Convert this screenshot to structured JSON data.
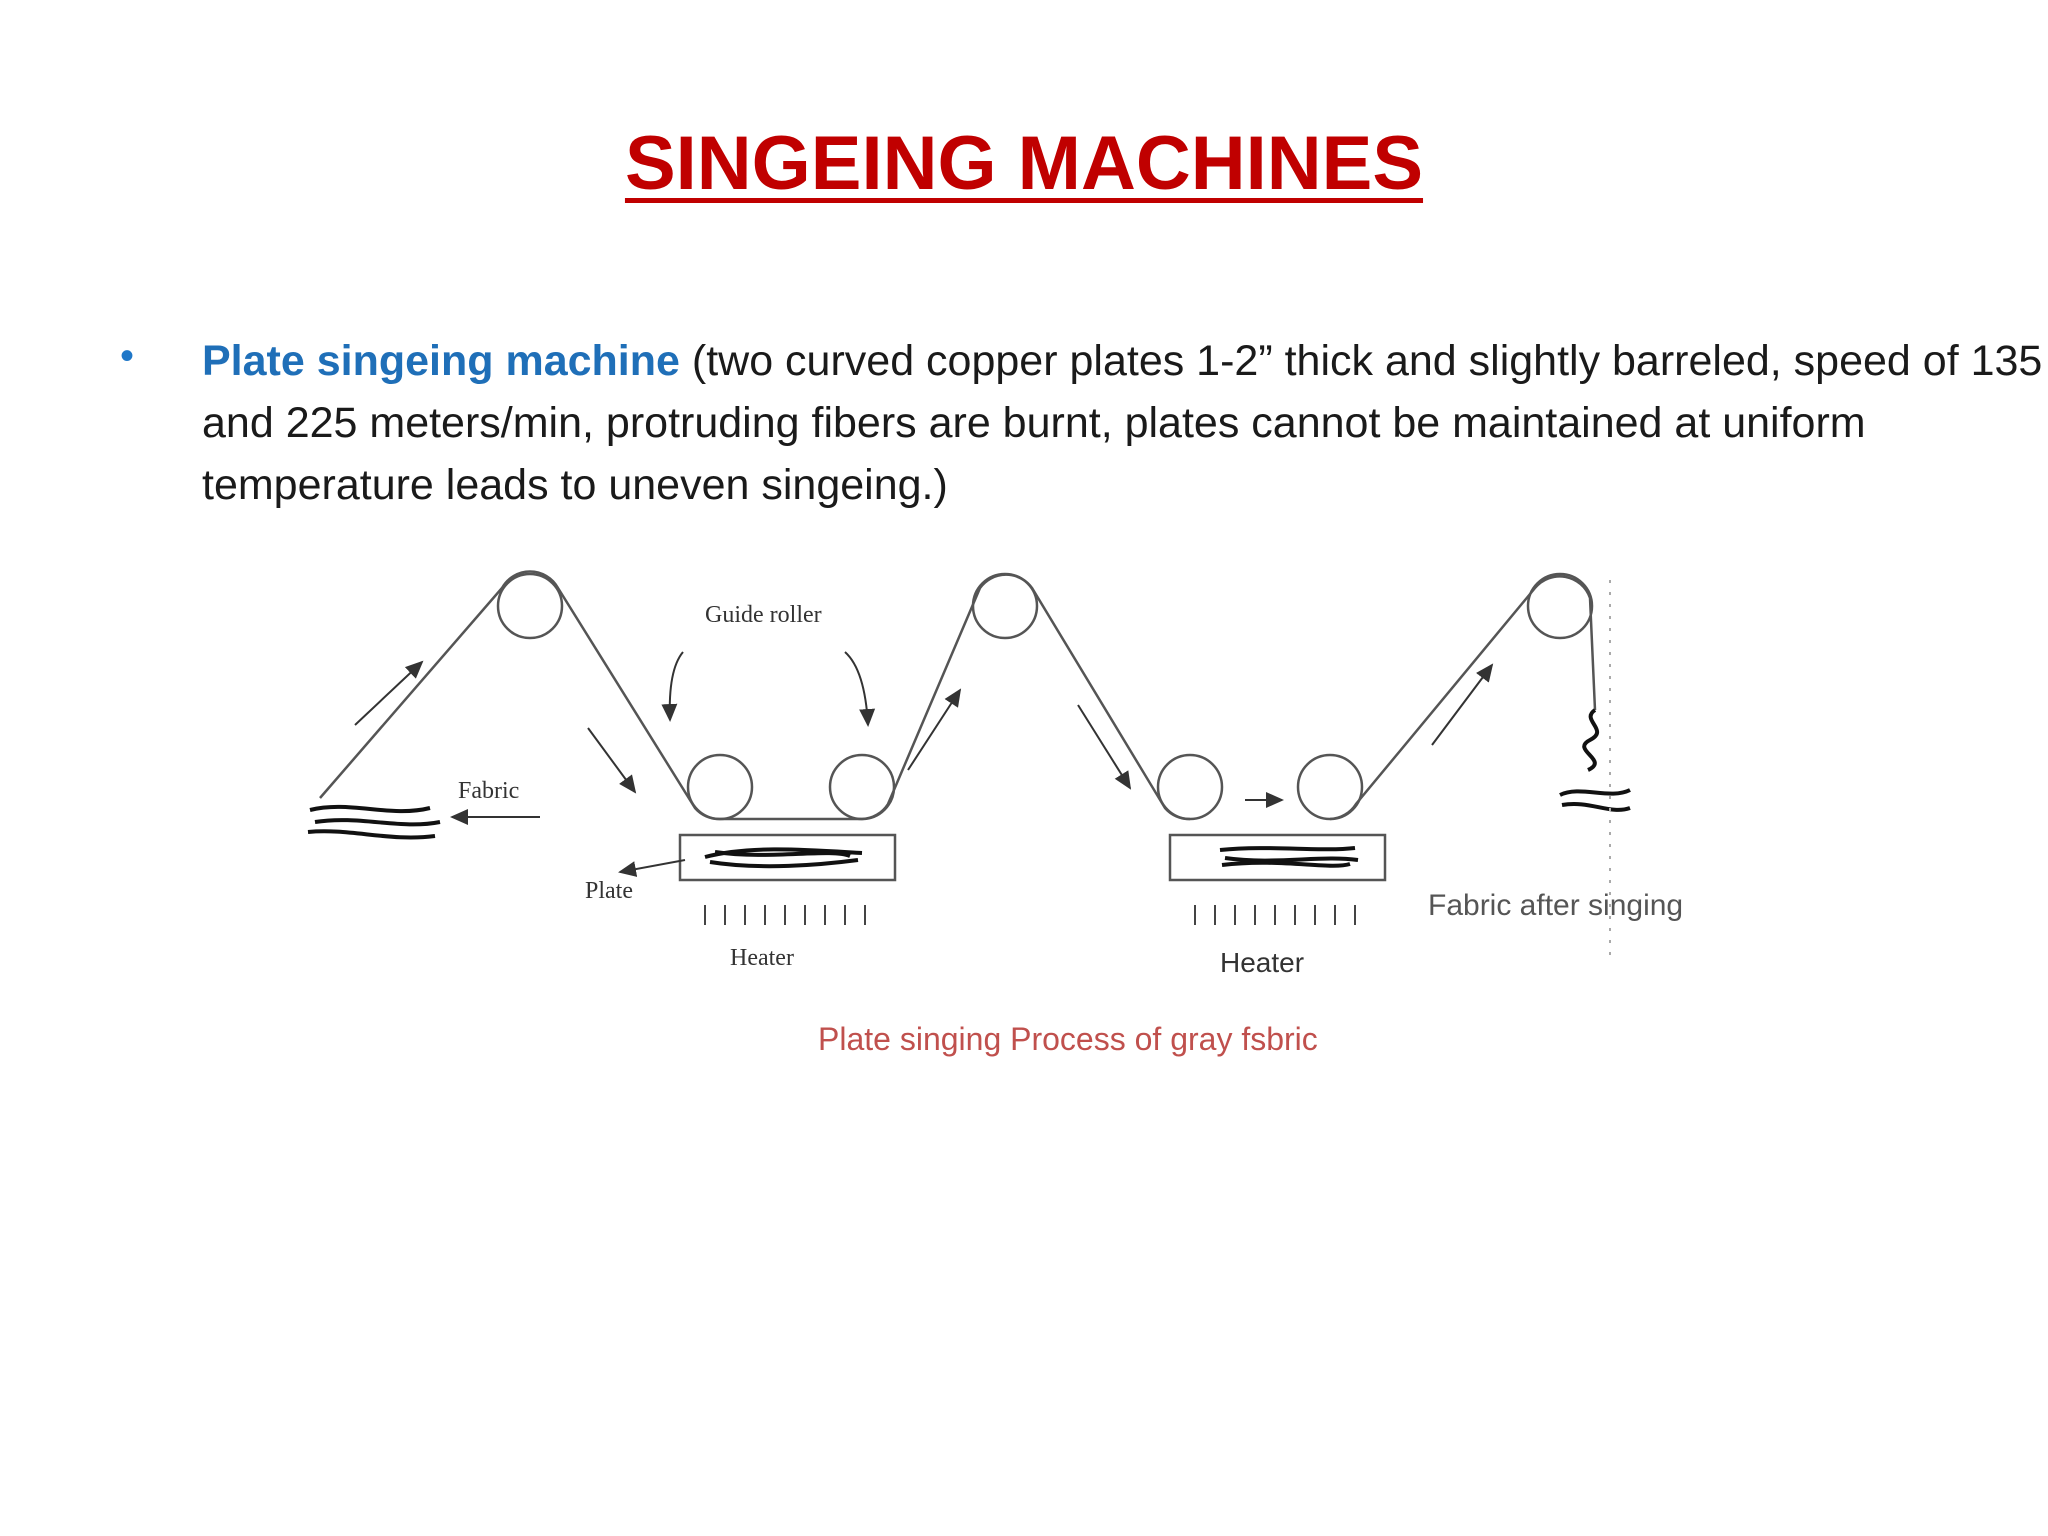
{
  "slide": {
    "title": "SINGEING MACHINES",
    "bullet": {
      "lead": "Plate singeing machine",
      "body": " (two curved copper plates 1-2” thick and slightly barreled, speed of 135 and 225 meters/min, protruding fibers are burnt, plates cannot be maintained at uniform temperature leads to uneven singeing.)"
    }
  },
  "diagram": {
    "labels": {
      "guide_roller": "Guide roller",
      "fabric": "Fabric",
      "plate": "Plate",
      "heater_left": "Heater",
      "heater_right": "Heater",
      "fabric_after": "Fabric after singing",
      "caption": "Plate singing Process of gray fsbric"
    }
  },
  "colors": {
    "title": "#c00000",
    "lead": "#1f6fb8",
    "bullet": "#1f77c8",
    "caption": "#c0504d",
    "line": "#444444"
  }
}
